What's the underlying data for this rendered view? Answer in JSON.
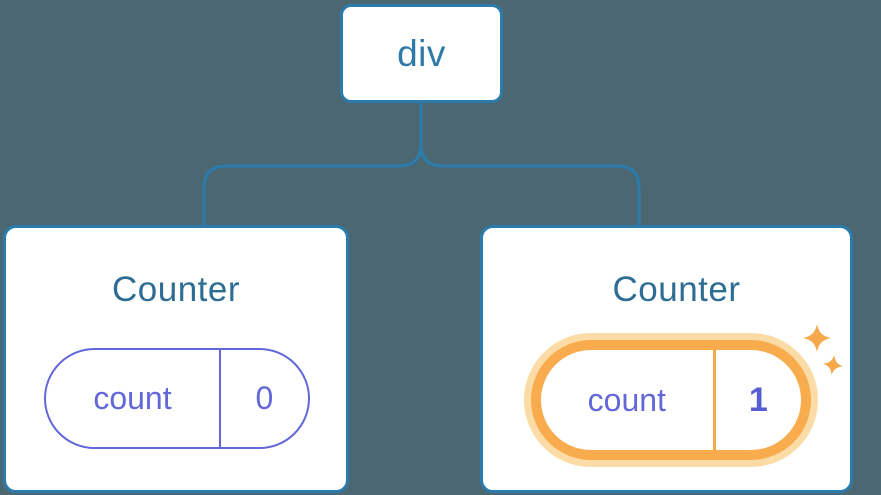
{
  "tree": {
    "root": {
      "label": "div"
    },
    "children": [
      {
        "title": "Counter",
        "state_key": "count",
        "state_value": "0",
        "highlighted": false
      },
      {
        "title": "Counter",
        "state_key": "count",
        "state_value": "1",
        "highlighted": true
      }
    ]
  },
  "icons": {
    "sparkles": "sparkles-icon (state updated highlight)"
  },
  "colors": {
    "background": "#4B6772",
    "node_border_blue": "#2B7CAD",
    "root_label_blue": "#2F79A9",
    "title_blue": "#2E6D93",
    "state_purple": "#6467D8",
    "state_value_bold_purple": "#575ED3",
    "highlight_orange": "#F8AC4D",
    "highlight_glow": "#FBDCA7",
    "sparkle_orange": "#F5A94B",
    "card_background": "#FFFFFF"
  }
}
